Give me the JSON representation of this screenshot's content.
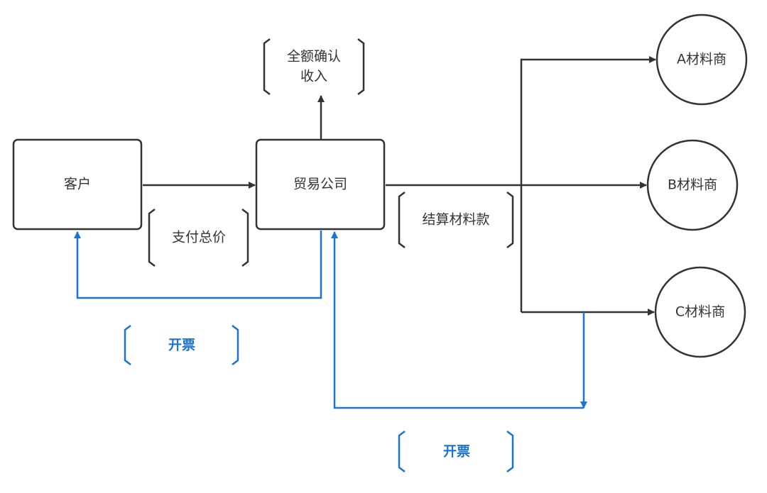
{
  "colors": {
    "line": "#333333",
    "blue": "#1b73d3",
    "box_fill": "#ffffff",
    "box_stroke": "#333333"
  },
  "nodes": {
    "customer": "客户",
    "trade_company": "贸易公司",
    "supplier_a": "A材料商",
    "supplier_b": "B材料商",
    "supplier_c": "C材料商"
  },
  "annotations": {
    "revenue_line1": "全额确认",
    "revenue_line2": "收入",
    "pay_total": "支付总价",
    "settle": "结算材料款",
    "invoice_customer": "开票",
    "invoice_supplier": "开票"
  }
}
